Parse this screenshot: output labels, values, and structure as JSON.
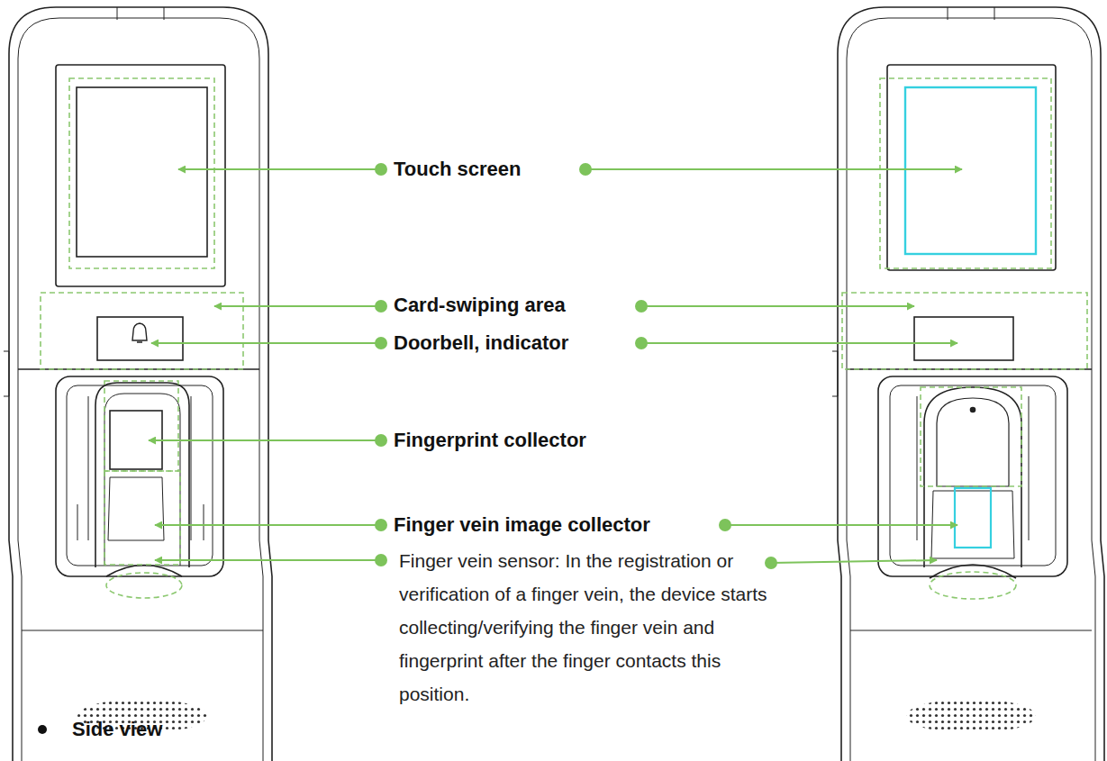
{
  "diagram": {
    "labels": [
      "Touch screen",
      "Card-swiping area",
      "Doorbell, indicator",
      "Fingerprint collector",
      "Finger vein image collector",
      "Finger vein sensor: In the registration or verification of a finger vein, the device starts collecting/verifying the finger vein and fingerprint after the finger contacts this position.",
      "Side view"
    ]
  }
}
